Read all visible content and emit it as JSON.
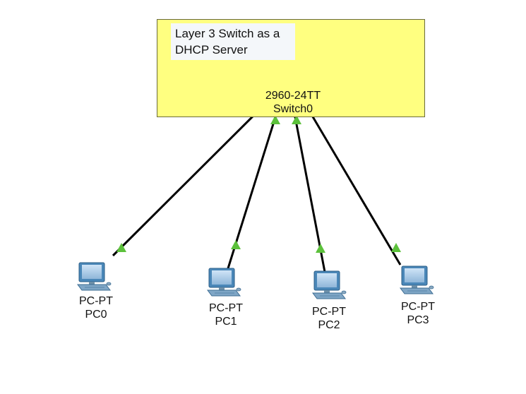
{
  "note": {
    "line1": "Layer 3 Switch as a",
    "line2": "DHCP Server"
  },
  "switch": {
    "model": "2960-24TT",
    "name": "Switch0",
    "icon": "switch-icon"
  },
  "pcs": [
    {
      "model": "PC-PT",
      "name": "PC0",
      "icon": "pc-icon"
    },
    {
      "model": "PC-PT",
      "name": "PC1",
      "icon": "pc-icon"
    },
    {
      "model": "PC-PT",
      "name": "PC2",
      "icon": "pc-icon"
    },
    {
      "model": "PC-PT",
      "name": "PC3",
      "icon": "pc-icon"
    }
  ],
  "colors": {
    "zone_fill": "#ffff80",
    "link_up": "#5cc13b",
    "link_line": "#000000"
  }
}
